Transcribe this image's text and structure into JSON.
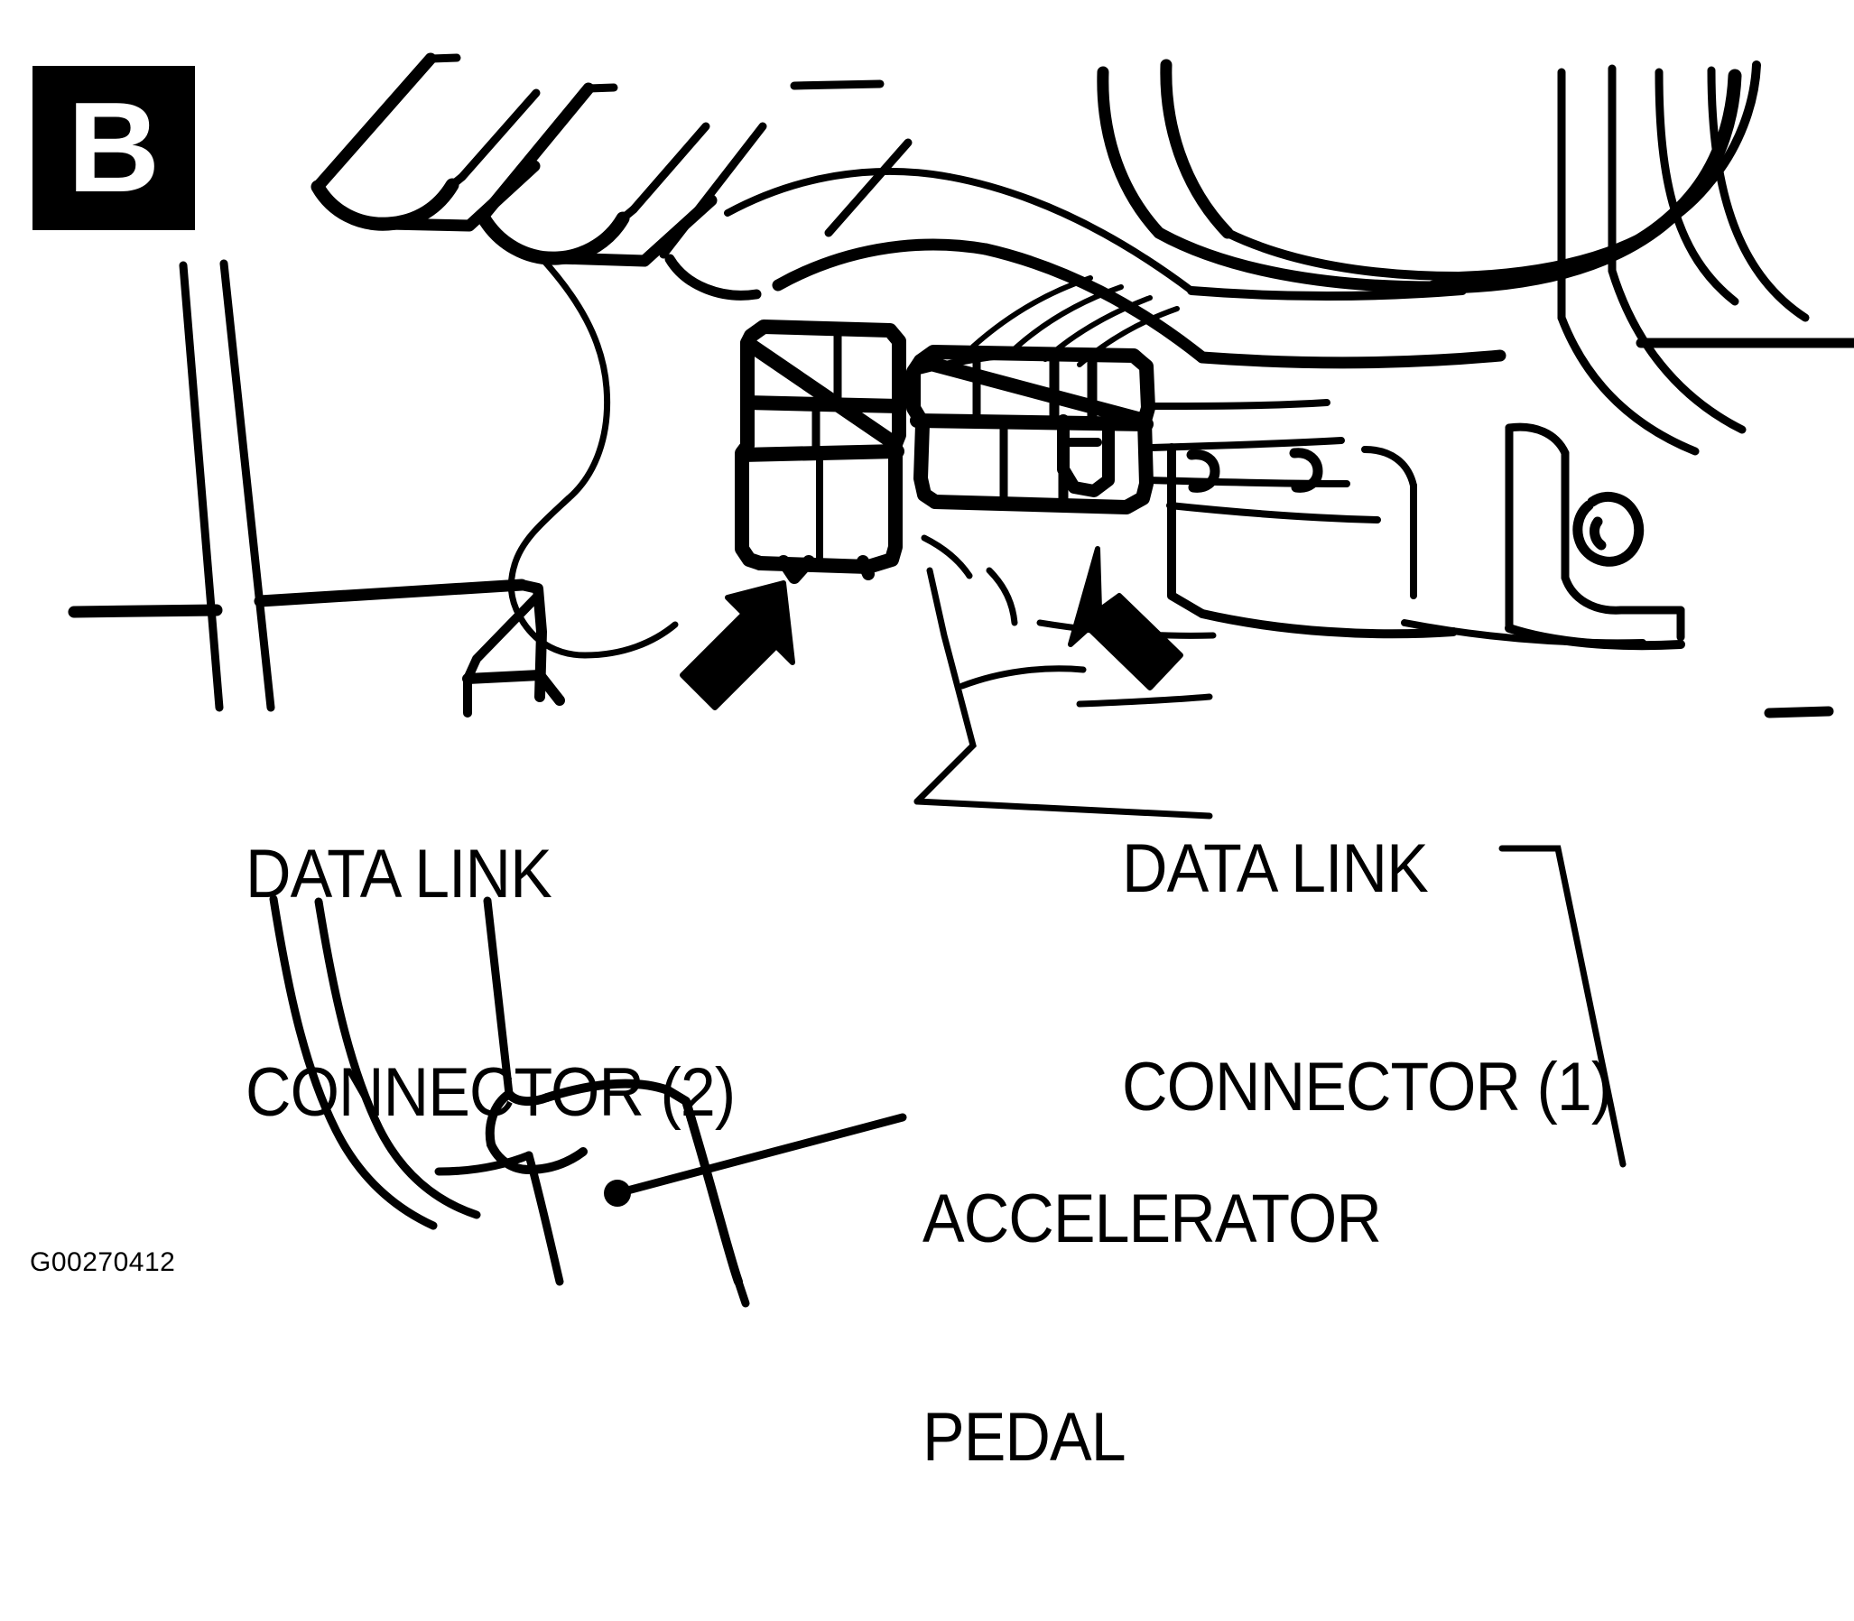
{
  "figure": {
    "panel_badge": "B",
    "figure_code": "G00270412",
    "background_color": "#ffffff",
    "line_color": "#000000",
    "badge_background": "#000000",
    "badge_text_color": "#ffffff"
  },
  "callouts": [
    {
      "id": "data-link-connector-2",
      "line1": "DATA LINK",
      "line2": "CONNECTOR (2)"
    },
    {
      "id": "data-link-connector-1",
      "line1": "DATA LINK",
      "line2": "CONNECTOR (1)"
    },
    {
      "id": "accelerator-pedal",
      "line1": "ACCELERATOR",
      "line2": "PEDAL"
    }
  ],
  "pointers": {
    "arrow_left_name": "arrow-to-data-link-connector-2",
    "arrow_right_name": "arrow-to-data-link-connector-1",
    "leader_pedal_name": "leader-line-accelerator-pedal"
  }
}
